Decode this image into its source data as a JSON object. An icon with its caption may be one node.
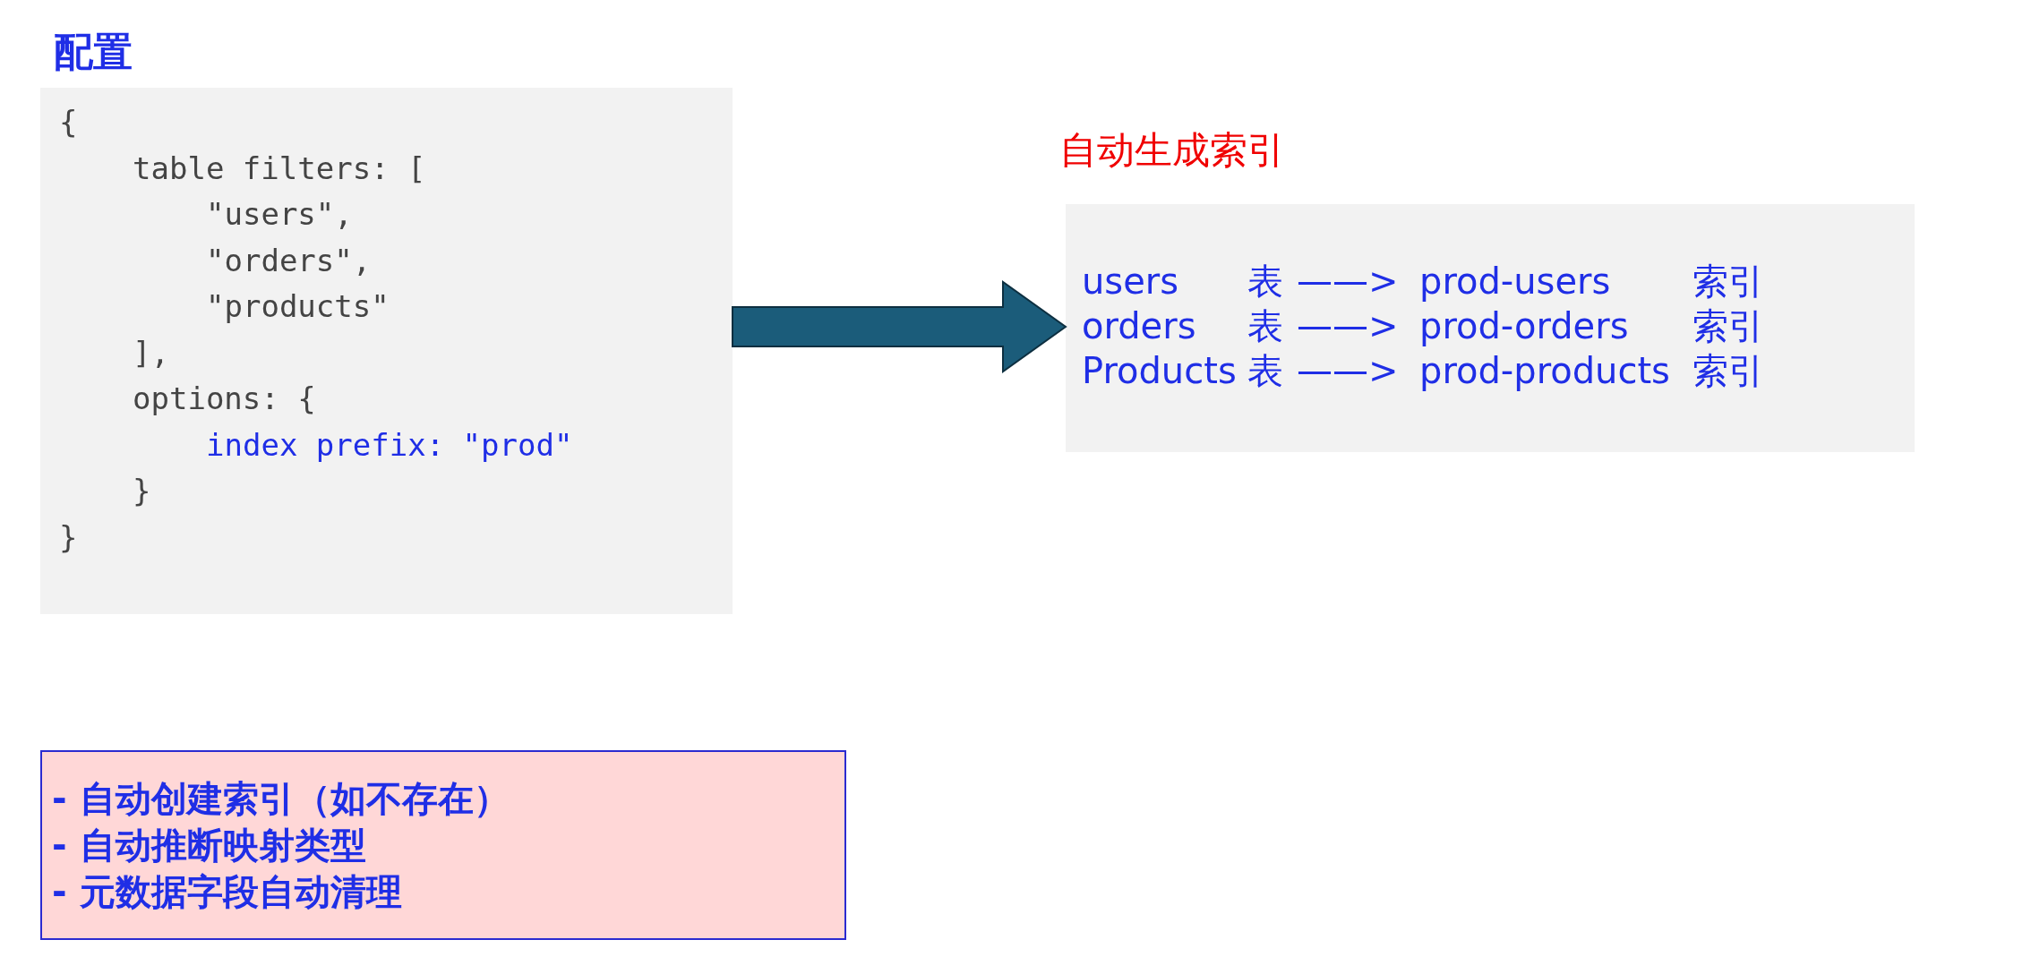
{
  "diagram": {
    "nodes": [
      {
        "text": [
          "配置",
          "{",
          "table filters: [",
          "\"users\",",
          "\"orders\",",
          "\"products\"",
          "],",
          "options: {",
          "index prefix: \"prod\"",
          "}",
          "}"
        ]
      },
      {
        "text": [
          "自动生成索引",
          "users",
          "表",
          "——>",
          "prod-users",
          "索引",
          "orders",
          "表",
          "——>",
          "prod-orders",
          "索引",
          "Products",
          "表",
          "——>",
          "prod-products",
          "索引"
        ]
      },
      {
        "text": [
          "- 自动创建索引（如不存在）",
          "- 自动推断映射类型",
          "- 元数据字段自动清理"
        ]
      }
    ],
    "edges": [
      {
        "from": 0,
        "to": 1,
        "arrow": "to"
      }
    ]
  }
}
